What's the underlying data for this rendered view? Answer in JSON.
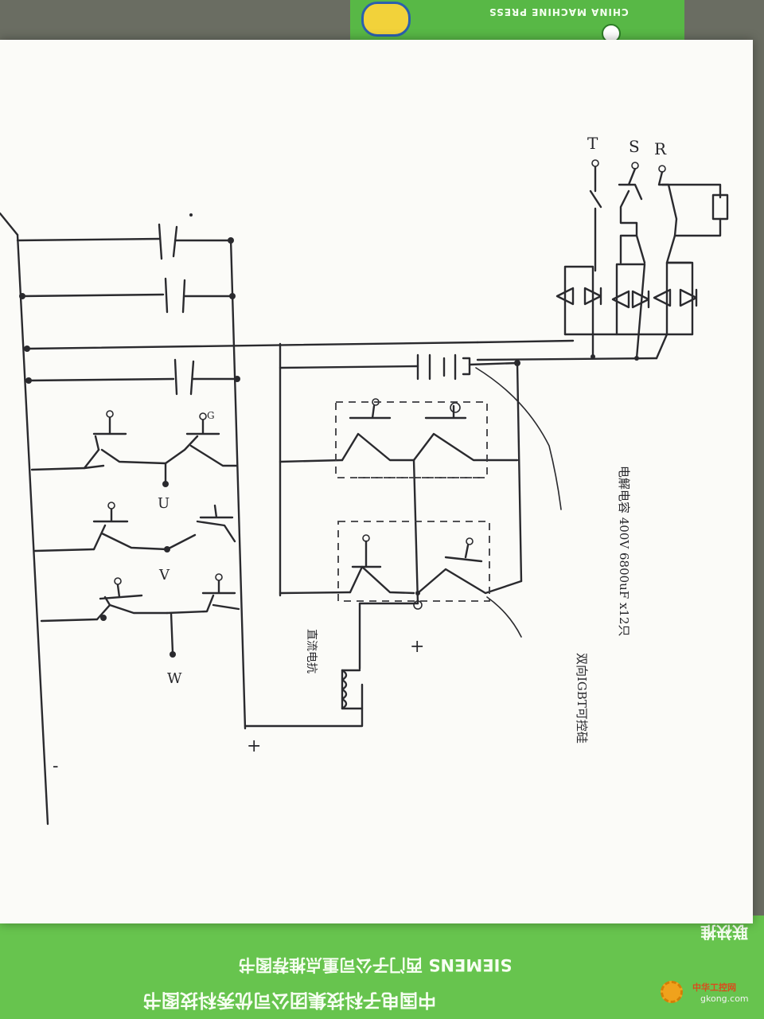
{
  "top_book": {
    "publisher_label": "CHINA MACHINE PRESS"
  },
  "bottom_book": {
    "line1": "中国电子科技集团公司优秀科技图书",
    "line2": "SIEMENS 西门子公司重点推荐图书",
    "line3": "联袂推"
  },
  "diagram": {
    "phase_inputs": [
      "R",
      "S",
      "T"
    ],
    "outputs": [
      "U",
      "V",
      "W"
    ],
    "gate_marker": "G",
    "dc_positive": "+",
    "dc_negative": "-",
    "chopper_plus": "+",
    "capacitor_note": "电解电容 400V 6800uF x12只",
    "module_note": "双向IGBT可控硅",
    "reactor_note": "直流电抗"
  },
  "watermark": {
    "name": "中华工控网",
    "url": "gkong.com"
  },
  "colors": {
    "paper": "#fbfbf8",
    "ink": "#2a2a2e",
    "book_green": "#67c44e"
  }
}
